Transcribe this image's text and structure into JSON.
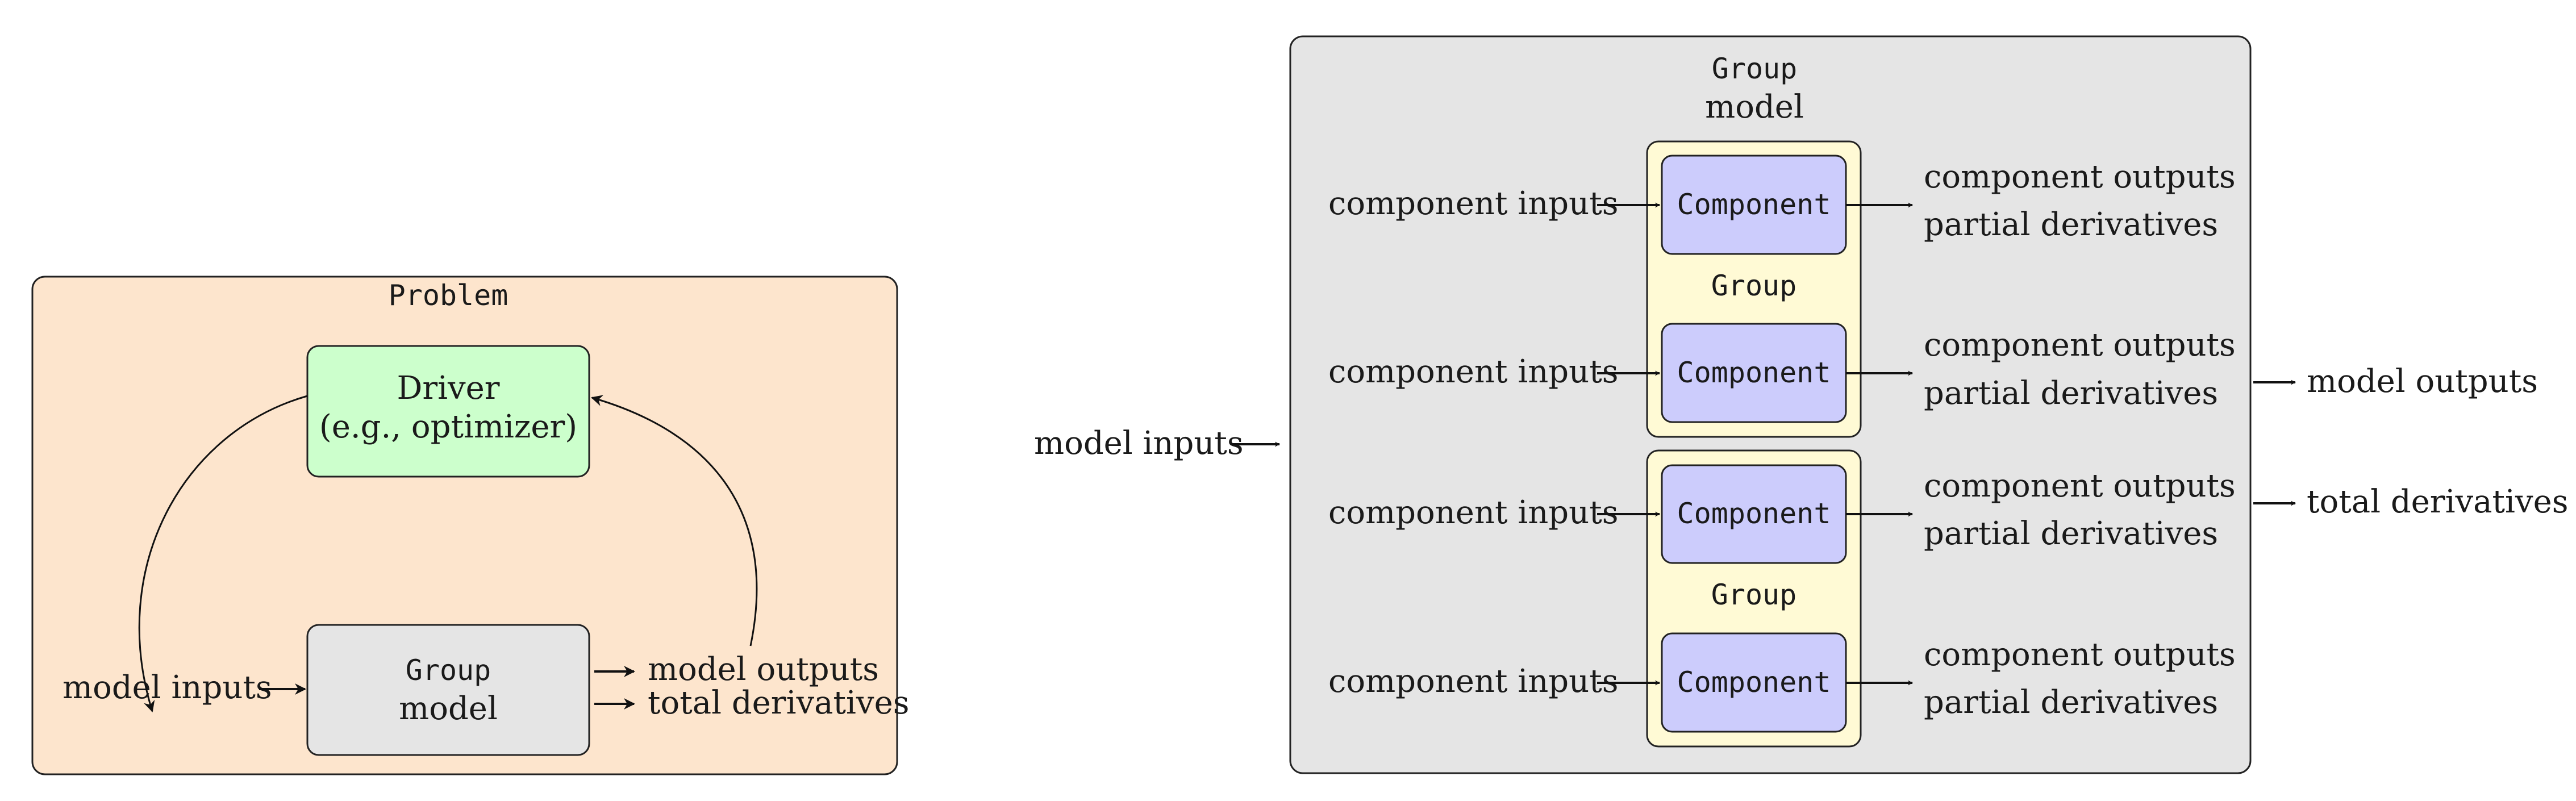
{
  "left_panel": {
    "title": "Problem",
    "driver": {
      "line1": "Driver",
      "line2": "(e.g., optimizer)"
    },
    "group": {
      "title": "Group",
      "subtitle": "model"
    },
    "inputs_label": "model inputs",
    "outputs_label": "model outputs",
    "derivatives_label": "total derivatives"
  },
  "right_panel": {
    "outer_group": {
      "title": "Group",
      "subtitle": "model"
    },
    "model_inputs_label": "model inputs",
    "model_outputs_label": "model outputs",
    "total_derivatives_label": "total derivatives",
    "subgroups": [
      {
        "title": "Group"
      },
      {
        "title": "Group"
      }
    ],
    "components": [
      {
        "label": "Component",
        "inputs": "component inputs",
        "outputs": "component outputs",
        "partials": "partial derivatives"
      },
      {
        "label": "Component",
        "inputs": "component inputs",
        "outputs": "component outputs",
        "partials": "partial derivatives"
      },
      {
        "label": "Component",
        "inputs": "component inputs",
        "outputs": "component outputs",
        "partials": "partial derivatives"
      },
      {
        "label": "Component",
        "inputs": "component inputs",
        "outputs": "component outputs",
        "partials": "partial derivatives"
      }
    ]
  },
  "colors": {
    "problem_fill": "#fde5cd",
    "driver_fill": "#ccffcc",
    "group_fill": "#e5e5e5",
    "subgroup_fill": "#fffad5",
    "component_fill": "#ccccfc",
    "stroke": "#222222"
  }
}
